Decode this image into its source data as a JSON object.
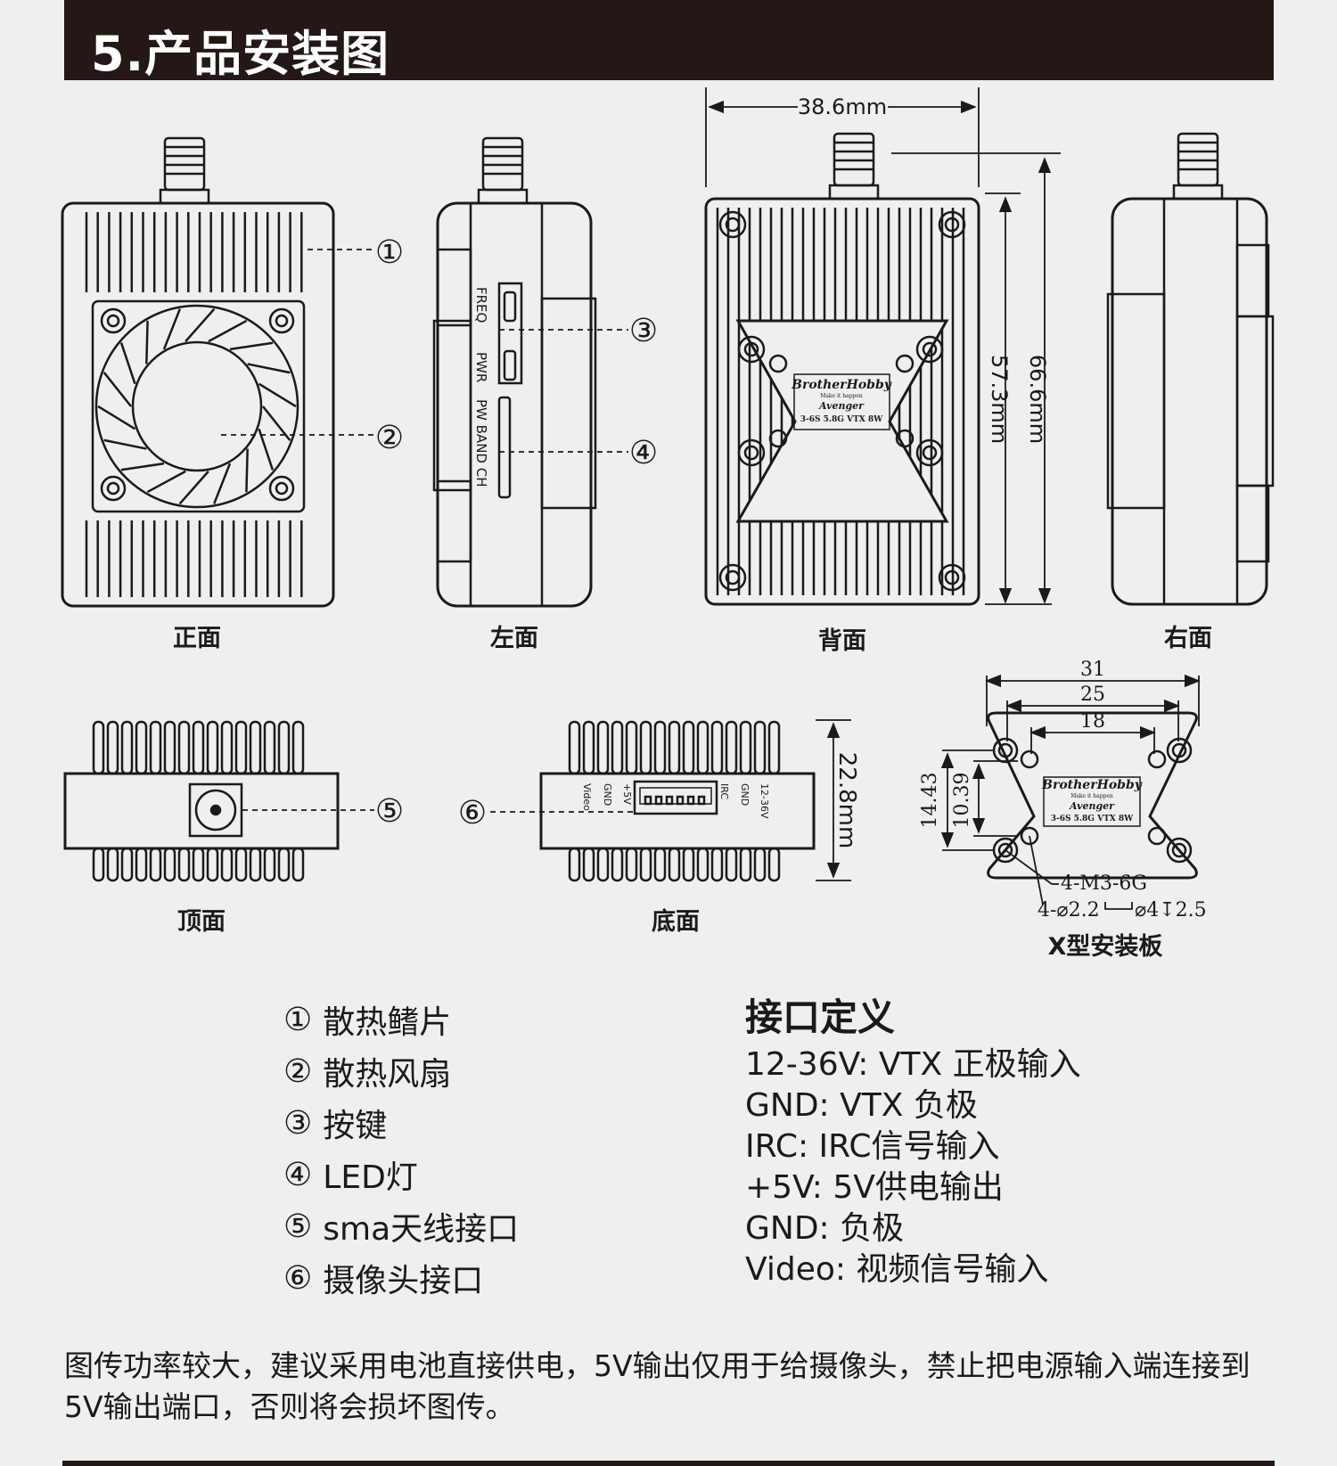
{
  "header": {
    "title": "5.产品安装图"
  },
  "views": {
    "front": "正面",
    "left": "左面",
    "back": "背面",
    "right": "右面",
    "top": "顶面",
    "bottom": "底面",
    "xplate": "X型安装板"
  },
  "callouts": [
    "①",
    "②",
    "③",
    "④",
    "⑤",
    "⑥"
  ],
  "left_side_labels": [
    "FREQ",
    "PWR",
    "PW BAND CH"
  ],
  "bottom_port_labels": [
    "Video",
    "GND",
    "+5V",
    "IRC",
    "GND",
    "12-36V"
  ],
  "product_label": {
    "brand": "BrotherHobby",
    "slogan": "Make it happen",
    "model": "Avenger",
    "spec": "3-6S 5.8G VTX 8W"
  },
  "dimensions": {
    "width": "38.6mm",
    "height_inner": "57.3mm",
    "height_total": "66.6mm",
    "thickness": "22.8mm",
    "plate_w1": "31",
    "plate_w2": "25",
    "plate_w3": "18",
    "plate_h1": "14.43",
    "plate_h2": "10.39",
    "screw": "4-M3-6G",
    "hole": "4-⌀2.2",
    "counterbore": "⌀4↧2.5"
  },
  "legend": [
    {
      "num": "①",
      "text": "散热鳍片"
    },
    {
      "num": "②",
      "text": "散热风扇"
    },
    {
      "num": "③",
      "text": "按键"
    },
    {
      "num": "④",
      "text": "LED灯"
    },
    {
      "num": "⑤",
      "text": "sma天线接口"
    },
    {
      "num": "⑥",
      "text": "摄像头接口"
    }
  ],
  "interface": {
    "title": "接口定义",
    "items": [
      "12-36V: VTX 正极输入",
      "GND: VTX 负极",
      "IRC: IRC信号输入",
      "+5V: 5V供电输出",
      "GND: 负极",
      "Video: 视频信号输入"
    ]
  },
  "note": "图传功率较大，建议采用电池直接供电，5V输出仅用于给摄像头，禁止把电源输入端连接到5V输出端口，否则将会损坏图传。",
  "colors": {
    "header_bg": "#231815",
    "page_bg": "#efefef",
    "ink": "#1a1a1a"
  }
}
